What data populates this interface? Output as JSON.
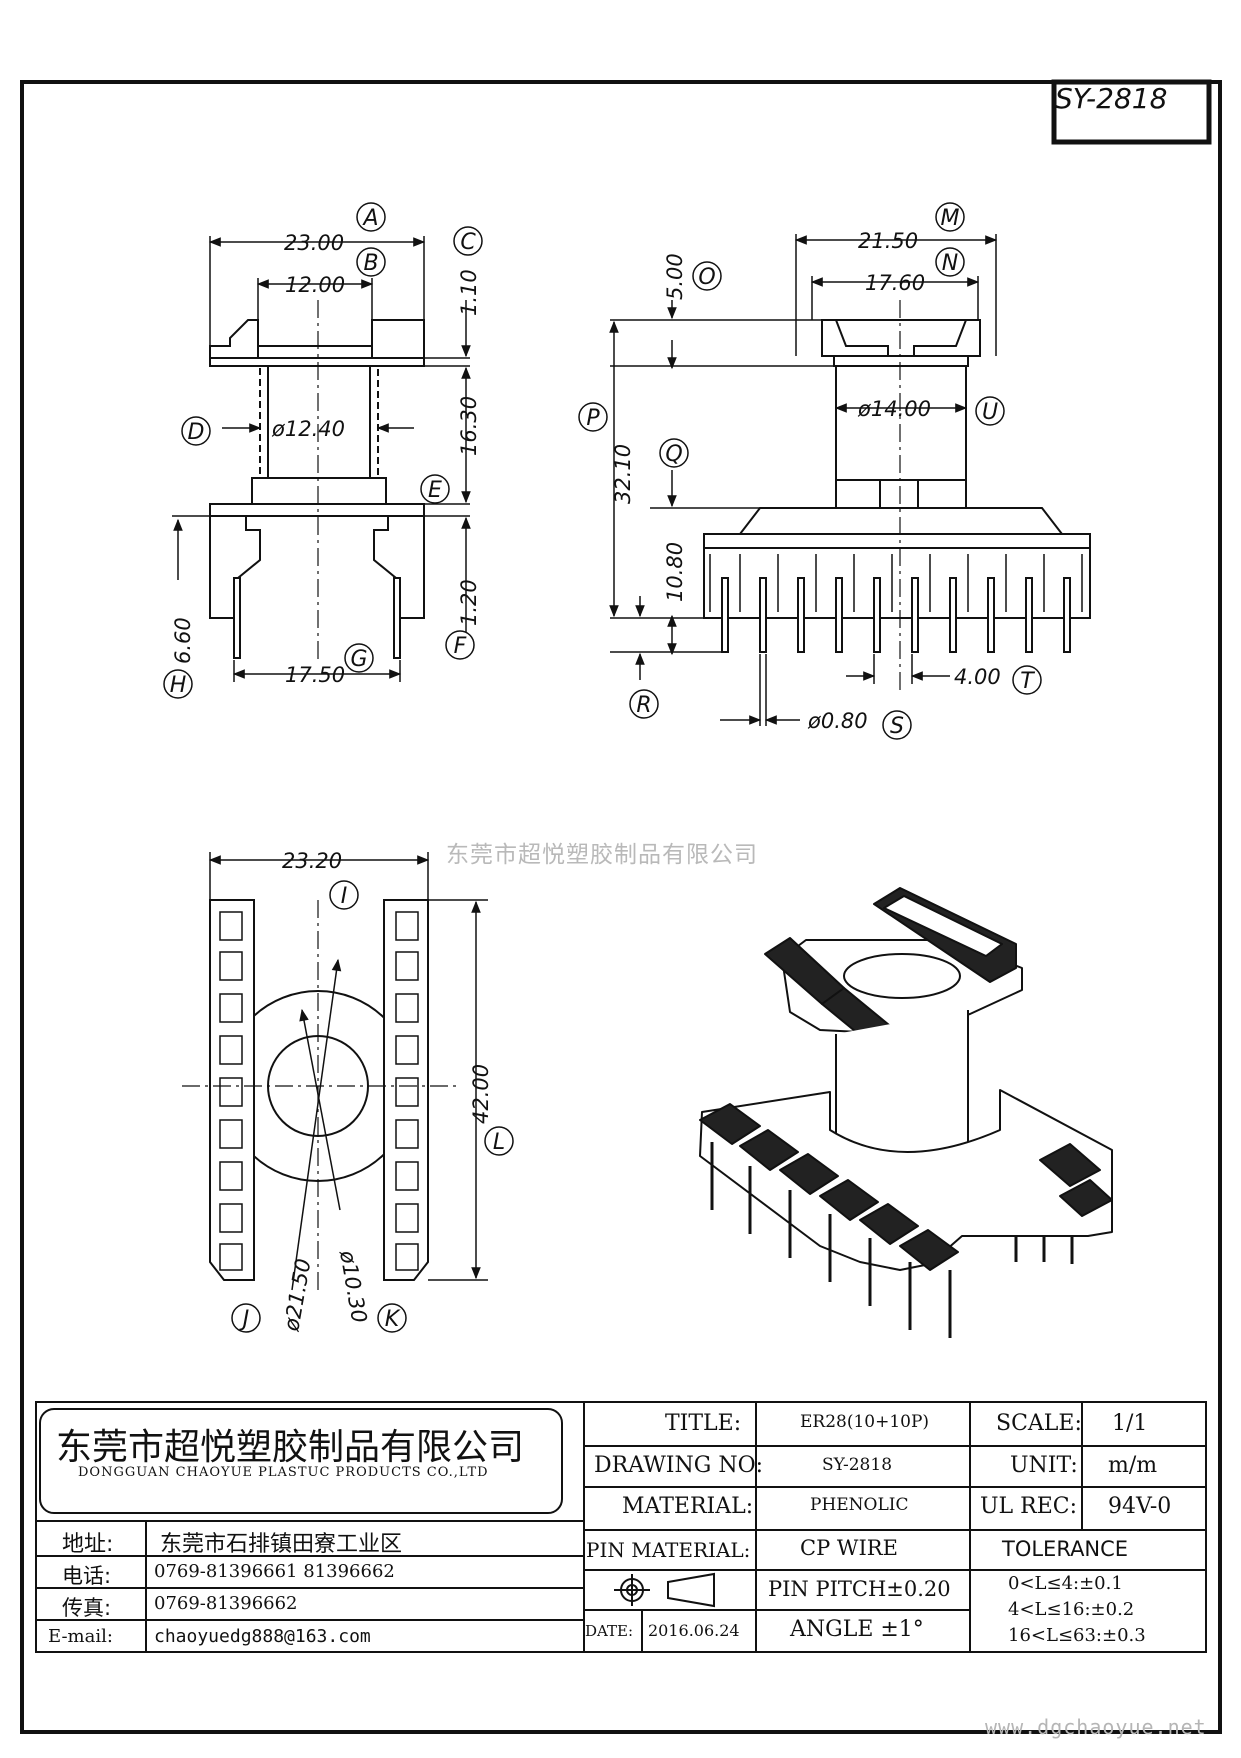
{
  "drawing_code": "SY-2818",
  "watermark": "东莞市超悦塑胶制品有限公司",
  "website": "www.dgchaoyue.net",
  "front_view": {
    "dims": {
      "A": "23.00",
      "B": "12.00",
      "C": "1.10",
      "D": "ø12.40",
      "E": "16.30",
      "F": "1.20",
      "G": "17.50",
      "H": "6.60"
    }
  },
  "side_view": {
    "dims": {
      "M": "21.50",
      "N": "17.60",
      "O": "5.00",
      "U": "ø14.00",
      "P": "32.10",
      "Q": "10.80",
      "S": "ø0.80",
      "T": "4.00"
    }
  },
  "bottom_view": {
    "dims": {
      "I": "23.20",
      "L": "42.00",
      "J": "ø21.50",
      "K": "ø10.30"
    }
  },
  "labels": [
    "A",
    "B",
    "C",
    "D",
    "E",
    "F",
    "G",
    "H",
    "I",
    "J",
    "K",
    "L",
    "M",
    "N",
    "O",
    "P",
    "Q",
    "R",
    "S",
    "T",
    "U"
  ],
  "title_block": {
    "company_cn": "东莞市超悦塑胶制品有限公司",
    "company_en": "DONGGUAN CHAOYUE PLASTUC PRODUCTS CO.,LTD",
    "address_label": "地址:",
    "address": "东莞市石排镇田寮工业区",
    "tel_label": "电话:",
    "tel": "0769-81396661  81396662",
    "fax_label": "传真:",
    "fax": "0769-81396662",
    "email_label": "E-mail:",
    "email": "chaoyuedg888@163.com",
    "title_label": "TITLE:",
    "title": "ER28(10+10P)",
    "drawing_no_label": "DRAWING NO:",
    "drawing_no": "SY-2818",
    "material_label": "MATERIAL:",
    "material": "PHENOLIC",
    "pin_material_label": "PIN MATERIAL:",
    "pin_material": "CP WIRE",
    "pin_pitch": "PIN PITCH±0.20",
    "date_label": "DATE:",
    "date": "2016.06.24",
    "angle": "ANGLE  ±1°",
    "scale_label": "SCALE:",
    "scale": "1/1",
    "unit_label": "UNIT:",
    "unit": "m/m",
    "ul_label": "UL REC:",
    "ul": "94V-0",
    "tolerance_label": "TOLERANCE",
    "tolerances": [
      "0<L≤4:±0.1",
      "4<L≤16:±0.2",
      "16<L≤63:±0.3"
    ]
  }
}
